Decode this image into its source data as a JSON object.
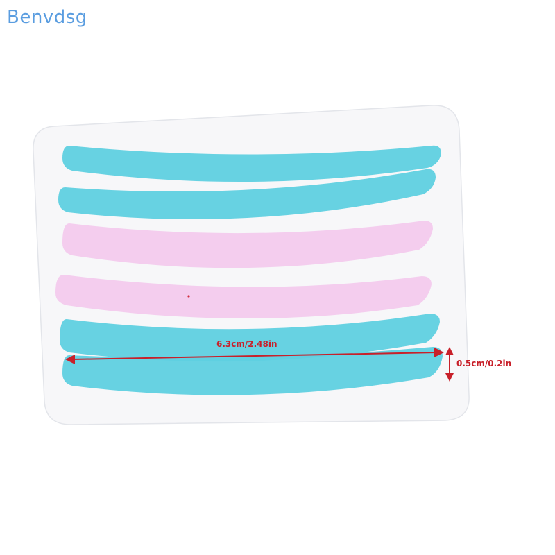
{
  "brand": {
    "text": "Benvdsg",
    "color": "#5a9de0"
  },
  "product": {
    "sheet_color": "#f7f7f9",
    "strip_colors": {
      "blue": "#5fd0e0",
      "pink": "#f3c6ec"
    },
    "strip_sequence": [
      "blue",
      "blue",
      "pink",
      "pink",
      "blue",
      "blue"
    ]
  },
  "dimensions": {
    "length_label": "6.3cm/2.48in",
    "width_label": "0.5cm/0.2in",
    "arrow_color": "#c8202a"
  }
}
